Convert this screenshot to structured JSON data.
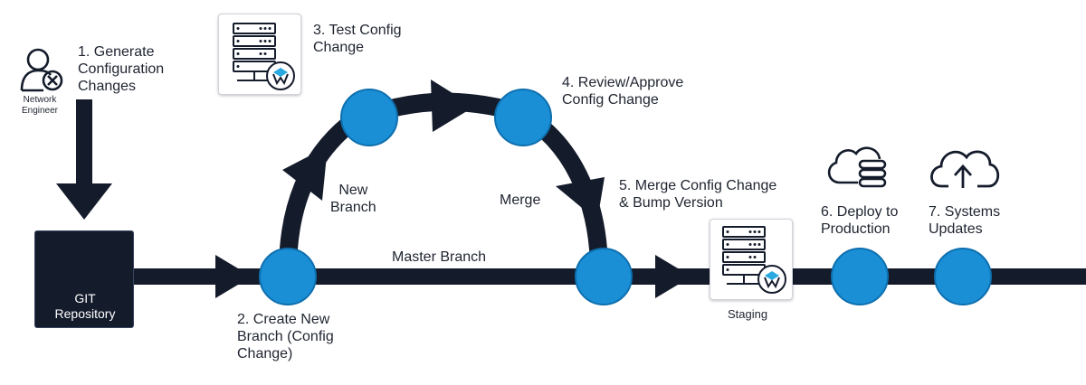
{
  "nodes": {
    "engineer": "Network\nEngineer",
    "repo": "GIT\nRepository",
    "staging": "Staging"
  },
  "steps": {
    "s1": "1. Generate\nConfiguration\nChanges",
    "s2": "2. Create New\nBranch (Config\nChange)",
    "s3": "3. Test Config\nChange",
    "s4": "4. Review/Approve\nConfig Change",
    "s5": "5. Merge Config Change\n& Bump Version",
    "s6": "6. Deploy to\nProduction",
    "s7": "7. Systems\nUpdates"
  },
  "edges": {
    "new_branch": "New\nBranch",
    "merge": "Merge",
    "master": "Master Branch"
  },
  "colors": {
    "track": "#141b2b",
    "node": "#1a8fd6",
    "node_stroke": "#0e6fae",
    "accent": "#2aa9e0"
  }
}
